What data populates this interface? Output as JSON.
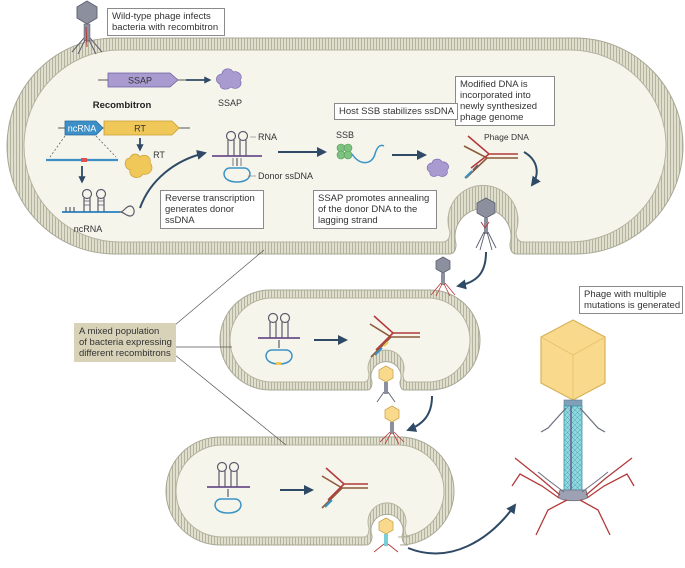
{
  "callouts": {
    "wild_type": [
      "Wild-type phage infects",
      "bacteria with recombitron"
    ],
    "modified_dna": [
      "Modified DNA is",
      "incorporated into",
      "newly synthesized",
      "phage genome"
    ],
    "host_ssb": [
      "Host SSB stabilizes ssDNA"
    ],
    "reverse_transcription": [
      "Reverse transcription",
      "generates donor",
      "ssDNA"
    ],
    "ssap_annealing": [
      "SSAP promotes annealing",
      "of the donor DNA to the",
      "lagging strand"
    ],
    "multiple_mutations": [
      "Phage with multiple",
      "mutations is generated"
    ]
  },
  "mixed_population": [
    "A mixed population",
    "of bacteria expressing",
    "different recombitrons"
  ],
  "labels": {
    "ssap_gene": "SSAP",
    "ssap_protein": "SSAP",
    "recombitron": "Recombitron",
    "ncrna_gene": "ncRNA",
    "rt_gene": "RT",
    "rt_protein": "RT",
    "ncrna": "ncRNA",
    "rna": "RNA",
    "donor_ssdna": "Donor ssDNA",
    "ssb": "SSB",
    "phage_dna": "Phage DNA"
  },
  "colors": {
    "membrane": "#c8c7b2",
    "cytoplasm": "#f6f5ec",
    "ssap": "#a99bd0",
    "ncrna_gene": "#3d8fc8",
    "rt": "#f0c85a",
    "ssb": "#7dc37f",
    "donor_dna": "#3b93c5",
    "rna_dark": "#5d5b6b",
    "dna_purple": "#6b4f8c",
    "phage_red": "#b43a3a",
    "phage_brown": "#8c5a3a",
    "wt_phage": "#8b8f9e",
    "mutant_capsid": "#f9d98b",
    "mutant_tail": "#79cfd8",
    "arrow": "#2f4a66"
  }
}
